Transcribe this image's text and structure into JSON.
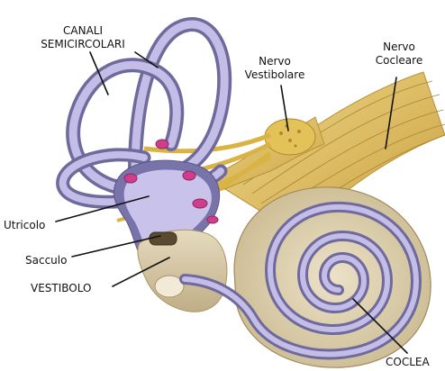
{
  "labels": {
    "canali_line1": "CANALI",
    "canali_line2": "SEMICIRCOLARI",
    "nervo_vest_line1": "Nervo",
    "nervo_vest_line2": "Vestibolare",
    "nervo_coc_line1": "Nervo",
    "nervo_coc_line2": "Cocleare",
    "utricolo": "Utricolo",
    "sacculo": "Sacculo",
    "vestibolo": "VESTIBOLO",
    "coclea": "COCLEA"
  },
  "colors": {
    "canal_outer": "#6e6a9c",
    "canal_inner": "#c4bde8",
    "nerve_gold": "#e2bf55",
    "nerve_dark": "#c49a30",
    "bone_beige": "#dccfb0",
    "spot_pink": "#cf3d8c",
    "label_text": "#111111"
  }
}
